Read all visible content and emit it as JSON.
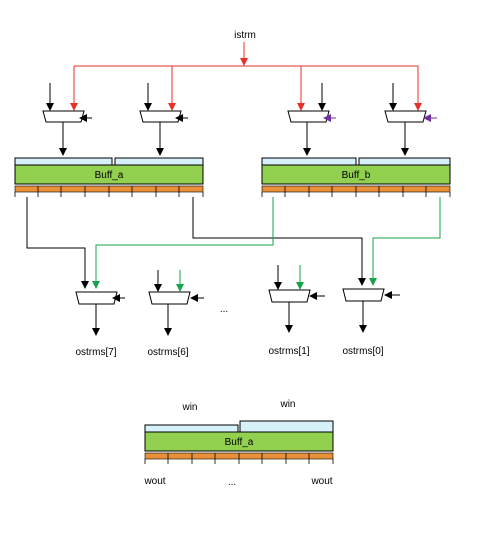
{
  "labels": {
    "input_stream": "istrm",
    "buffer_a": "Buff_a",
    "buffer_b": "Buff_b",
    "out_stream_7": "ostrms[7]",
    "out_stream_6": "ostrms[6]",
    "out_stream_1": "ostrms[1]",
    "out_stream_0": "ostrms[0]",
    "ellipsis": "...",
    "legend_buffer": "Buff_a",
    "legend_win_left": "win",
    "legend_win_right": "win",
    "legend_wout_left": "wout",
    "legend_wout_right": "wout",
    "legend_ellipsis": "..."
  },
  "colors": {
    "istrm_line": "#e8302a",
    "buffer_fill": "#92d050",
    "window_fill": "#d6f1fa",
    "port_fill": "#e8913a",
    "green_line": "#19a34a",
    "purple_arrow": "#7030a0",
    "black_line": "#000000"
  }
}
